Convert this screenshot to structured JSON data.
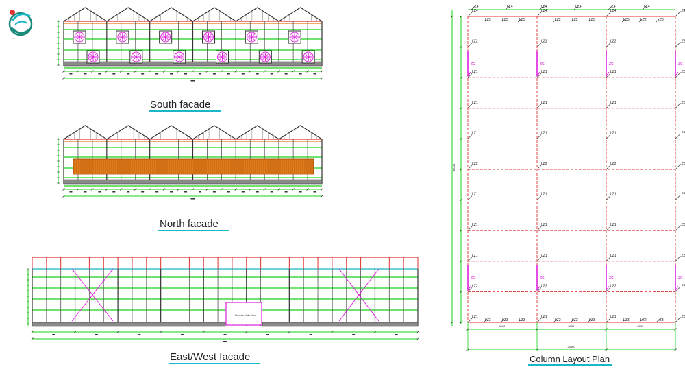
{
  "captions": {
    "south": "South facade",
    "north": "North facade",
    "eastwest": "East/West facade",
    "plan": "Column Layout Plan"
  },
  "door_note": "Double-slide door",
  "plan": {
    "top_labels": [
      "LZ4",
      "LZ4",
      "LZ4",
      "LZ4",
      "LZ4",
      "LZ4",
      "LZ4"
    ],
    "beam_labels": [
      "LZ3",
      "LZ3",
      "LZ3",
      "LZ2",
      "LZ2",
      "LZ3",
      "LZ3",
      "LZ2",
      "LZ3"
    ],
    "brace_label": "ZC",
    "col_labels": [
      "LZ1",
      "LZ2",
      "LZ3"
    ],
    "bottom_spans": [
      "8000",
      "8000",
      "8000"
    ],
    "bottom_total": "24000",
    "left_total": "48000"
  },
  "colors": {
    "green": "#19d019",
    "magenta": "#dd22dd",
    "red": "#e03030",
    "dark": "#333333",
    "orange": "#e07a1a",
    "teal": "#18b8c8"
  },
  "logo": {
    "name": "company-logo"
  }
}
